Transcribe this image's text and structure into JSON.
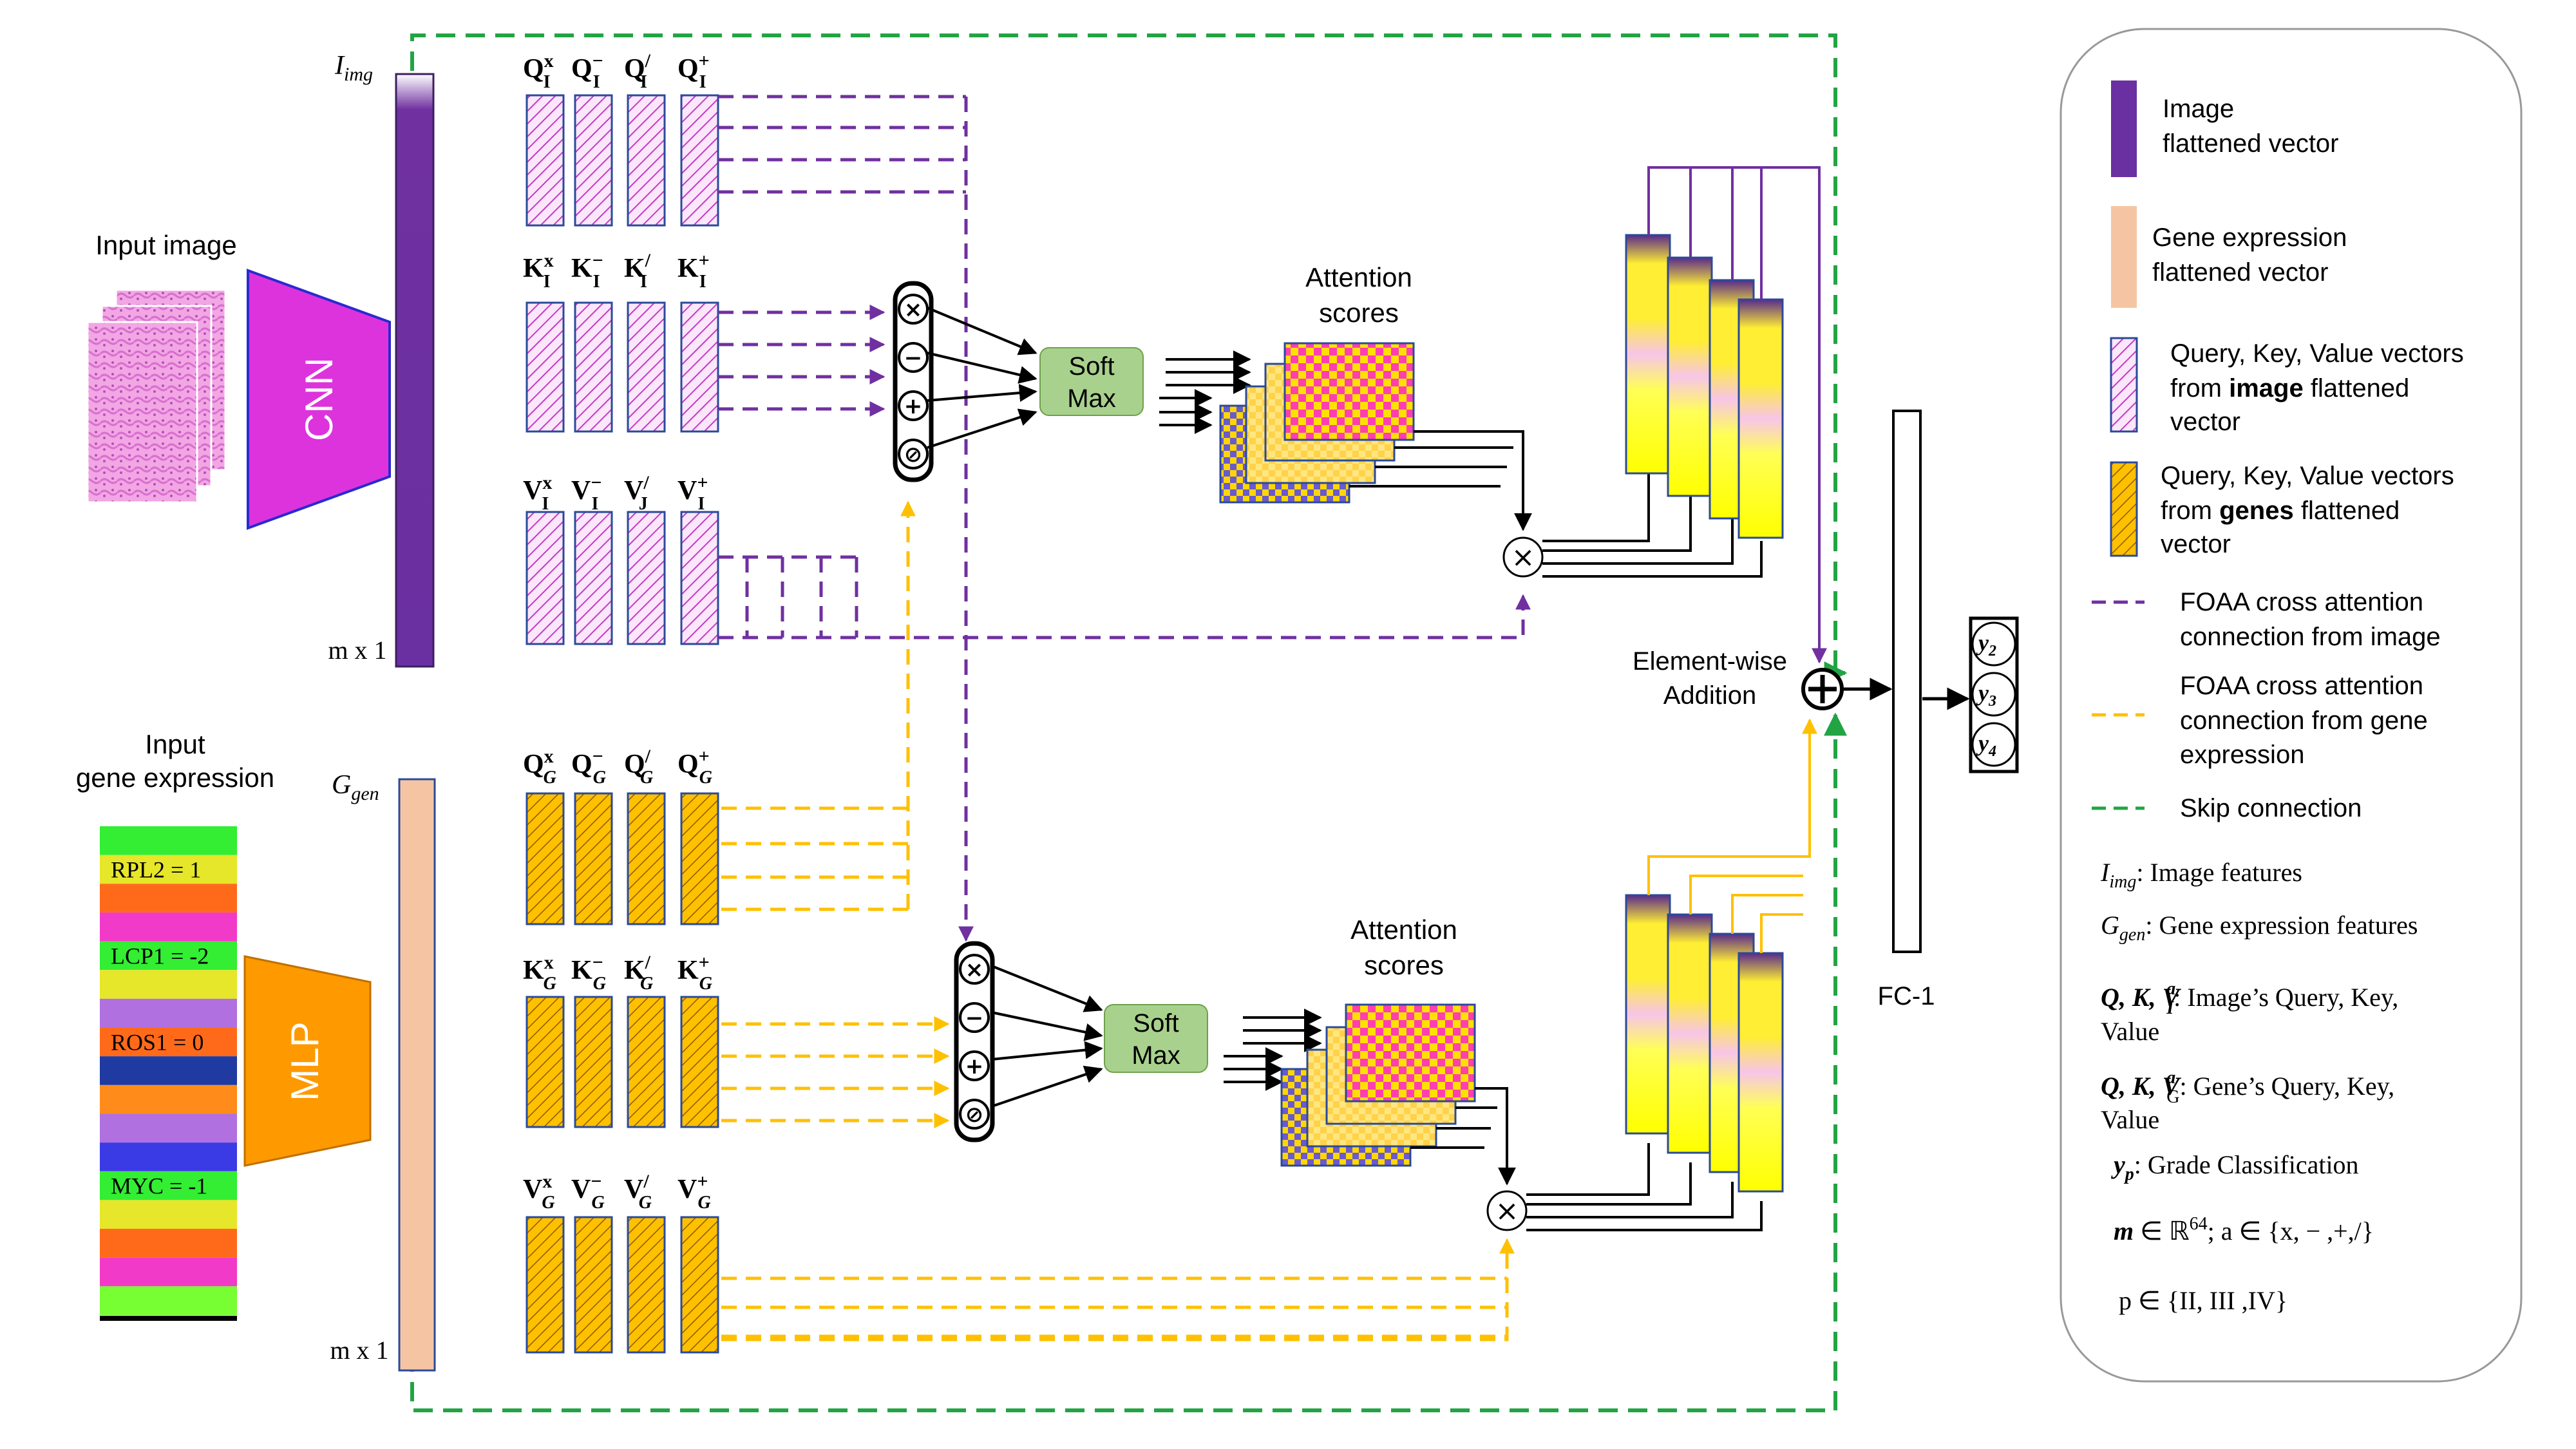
{
  "labels": {
    "input_image": "Input image",
    "input_gene_1": "Input",
    "input_gene_2": "gene expression",
    "cnn": "CNN",
    "mlp": "MLP",
    "i_img_main": "I",
    "i_img_sub": "img",
    "g_gen_main": "G",
    "g_gen_sub": "gen",
    "mx1_top": "m x 1",
    "mx1_bottom": "m x 1",
    "softmax_line1": "Soft",
    "softmax_line2": "Max",
    "attention_line1": "Attention",
    "attention_line2": "scores",
    "element_wise_1": "Element-wise",
    "element_wise_2": "Addition",
    "fc": "FC-1"
  },
  "image_vectors": {
    "q": [
      {
        "base": "Q",
        "sub": "I",
        "sup": "x"
      },
      {
        "base": "Q",
        "sub": "I",
        "sup": "−"
      },
      {
        "base": "Q",
        "sub": "I",
        "sup": "/"
      },
      {
        "base": "Q",
        "sub": "I",
        "sup": "+"
      }
    ],
    "k": [
      {
        "base": "K",
        "sub": "I",
        "sup": "x"
      },
      {
        "base": "K",
        "sub": "I",
        "sup": "−"
      },
      {
        "base": "K",
        "sub": "I",
        "sup": "/"
      },
      {
        "base": "K",
        "sub": "I",
        "sup": "+"
      }
    ],
    "v": [
      {
        "base": "V",
        "sub": "I",
        "sup": "x"
      },
      {
        "base": "V",
        "sub": "I",
        "sup": "−"
      },
      {
        "base": "V",
        "sub": "J",
        "sup": "/"
      },
      {
        "base": "V",
        "sub": "I",
        "sup": "+"
      }
    ]
  },
  "gene_vectors": {
    "q": [
      {
        "base": "Q",
        "sub": "G",
        "sup": "x"
      },
      {
        "base": "Q",
        "sub": "G",
        "sup": "−"
      },
      {
        "base": "Q",
        "sub": "G",
        "sup": "/"
      },
      {
        "base": "Q",
        "sub": "G",
        "sup": "+"
      }
    ],
    "k": [
      {
        "base": "K",
        "sub": "G",
        "sup": "x"
      },
      {
        "base": "K",
        "sub": "G",
        "sup": "−"
      },
      {
        "base": "K",
        "sub": "G",
        "sup": "/"
      },
      {
        "base": "K",
        "sub": "G",
        "sup": "+"
      }
    ],
    "v": [
      {
        "base": "V",
        "sub": "G",
        "sup": "x"
      },
      {
        "base": "V",
        "sub": "G",
        "sup": "−"
      },
      {
        "base": "V",
        "sub": "G",
        "sup": "/"
      },
      {
        "base": "V",
        "sub": "G",
        "sup": "+"
      }
    ]
  },
  "operators": [
    "×",
    "−",
    "+",
    "⊘"
  ],
  "gene_strip_labels": [
    "RPL2 =   1",
    "LCP1 =  -2",
    "ROS1 = 0",
    "MYC = -1"
  ],
  "gene_strip_colors": [
    "#33ee33",
    "#e6e62a",
    "#ff6a1a",
    "#f23ac8",
    "#33ee33",
    "#e6e62a",
    "#b070e0",
    "#ff6a1a",
    "#1f3aa0",
    "#ff8c1a",
    "#b070e0",
    "#3b3be6",
    "#33ee33",
    "#e6e62a",
    "#ff6a1a",
    "#f23ac8",
    "#77ff33"
  ],
  "outputs": [
    {
      "main": "y",
      "sub": "2"
    },
    {
      "main": "y",
      "sub": "3"
    },
    {
      "main": "y",
      "sub": "4"
    }
  ],
  "legend": {
    "image_vec_1": "Image",
    "image_vec_2": "flattened vector",
    "gene_vec_1": "Gene expression",
    "gene_vec_2": "flattened vector",
    "qkv_img_1": "Query, Key, Value vectors",
    "qkv_img_2a": "from ",
    "qkv_img_2b": "image",
    "qkv_img_2c": " flattened",
    "qkv_img_3": "vector",
    "qkv_gen_1": "Query, Key, Value vectors",
    "qkv_gen_2a": "from ",
    "qkv_gen_2b": "genes",
    "qkv_gen_2c": " flattened",
    "qkv_gen_3": "vector",
    "foaa_img_1": "FOAA cross attention",
    "foaa_img_2": "connection from image",
    "foaa_gen_1": "FOAA cross attention",
    "foaa_gen_2": "connection from gene",
    "foaa_gen_3": "expression",
    "skip": "Skip connection",
    "iimg_def_main": "I",
    "iimg_def_sub": "img",
    "iimg_def_text": ": Image features",
    "ggen_def_main": "G",
    "ggen_def_sub": "gen",
    "ggen_def_text": ":  Gene expression features",
    "qkv_i_math": "Q, K, V",
    "qkv_i_sup": "a",
    "qkv_i_sub": "I",
    "qkv_i_text_1": ": Image’s Query, Key,",
    "qkv_i_text_2": "Value",
    "qkv_g_math": "Q, K, V",
    "qkv_g_sup": "a",
    "qkv_g_sub": "G",
    "qkv_g_text_1": ": Gene’s Query, Key,",
    "qkv_g_text_2": "Value",
    "yp_main": "y",
    "yp_sub": "p",
    "yp_text": ":     Grade Classification",
    "m_def_1": "m",
    "m_def_2": " ∈ ℝ",
    "m_def_sup": "64",
    "m_def_3": ";  a ∈ {x, − ,+,/}",
    "p_def": "p  ∈ {II, III ,IV}"
  },
  "colors": {
    "image_vector": "#6a2fa0",
    "gene_vector": "#f5c5a3",
    "purple_dash": "#7030a0",
    "yellow_dash": "#ffc000",
    "skip_green": "#22a444",
    "cnn": "#dd33dd",
    "mlp": "#ff9900",
    "softmax": "#a9d18e"
  }
}
